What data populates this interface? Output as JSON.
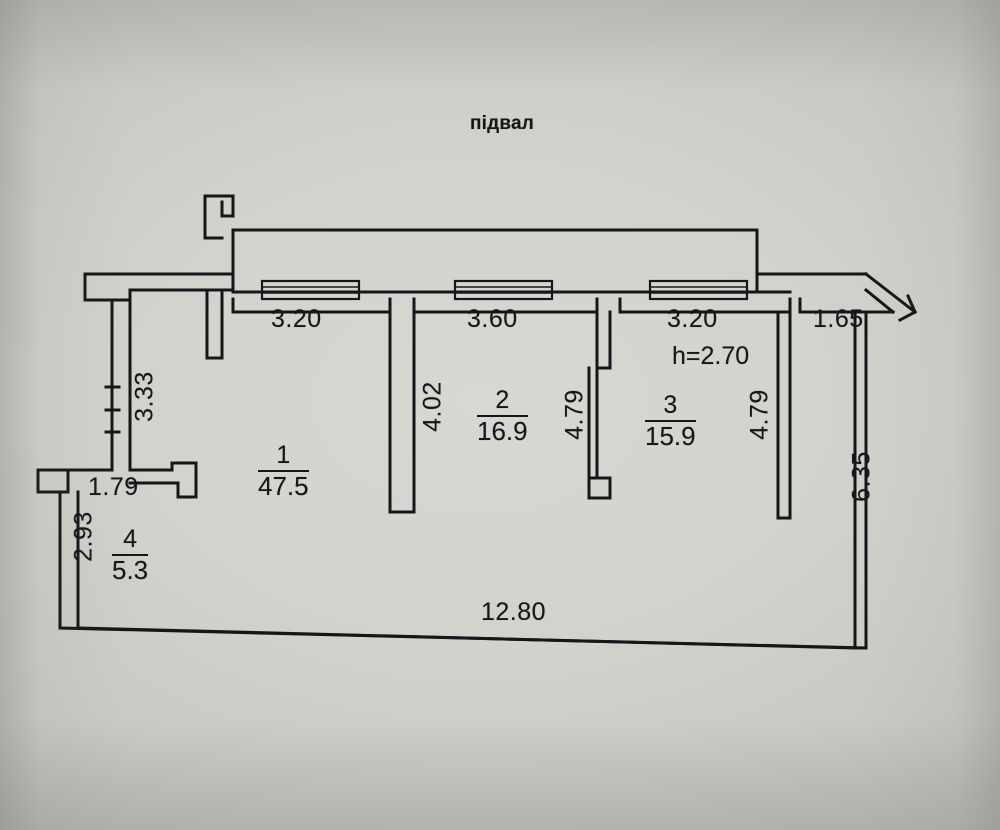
{
  "document": {
    "title": "підвал",
    "type": "floor-plan",
    "language": "uk"
  },
  "ceiling": {
    "label": "h=2.70"
  },
  "rooms": [
    {
      "number": "1",
      "area": "47.5"
    },
    {
      "number": "2",
      "area": "16.9"
    },
    {
      "number": "3",
      "area": "15.9"
    },
    {
      "number": "4",
      "area": "5.3"
    }
  ],
  "dimensions": {
    "top": [
      {
        "name": "top-span-1",
        "value": "3.20"
      },
      {
        "name": "top-span-2",
        "value": "3.60"
      },
      {
        "name": "top-span-3",
        "value": "3.20"
      },
      {
        "name": "top-span-4",
        "value": "1.65"
      }
    ],
    "vertical": [
      {
        "name": "left-inner",
        "value": "3.33"
      },
      {
        "name": "room1-right",
        "value": "4.02"
      },
      {
        "name": "room2-right",
        "value": "4.79"
      },
      {
        "name": "room3-right",
        "value": "4.79"
      },
      {
        "name": "right-outer",
        "value": "6.35"
      },
      {
        "name": "room4-left",
        "value": "2.93"
      }
    ],
    "bottom": [
      {
        "name": "overall-width",
        "value": "12.80"
      }
    ],
    "other": [
      {
        "name": "room4-top",
        "value": "1.79"
      }
    ]
  },
  "colors": {
    "ink": "#16161a",
    "paper": "#d4d2cd"
  }
}
